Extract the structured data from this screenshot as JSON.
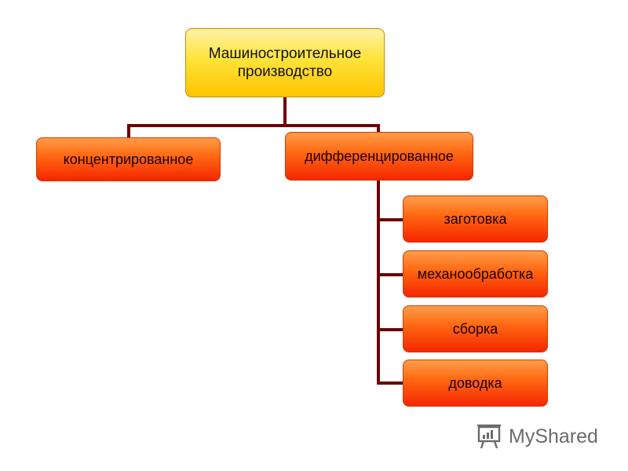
{
  "diagram": {
    "root": "Машиностроительное производство",
    "children": [
      {
        "label": "концентрированное"
      },
      {
        "label": "дифференцированное",
        "children": [
          "заготовка",
          "механообработка",
          "сборка",
          "доводка"
        ]
      }
    ]
  },
  "colors": {
    "connector": "#6b0000",
    "root_fill": "#ffe33a",
    "node_fill": "#ff5a0a"
  },
  "watermark": {
    "brand": "MyShared",
    "icon": "presentation-board-icon"
  }
}
